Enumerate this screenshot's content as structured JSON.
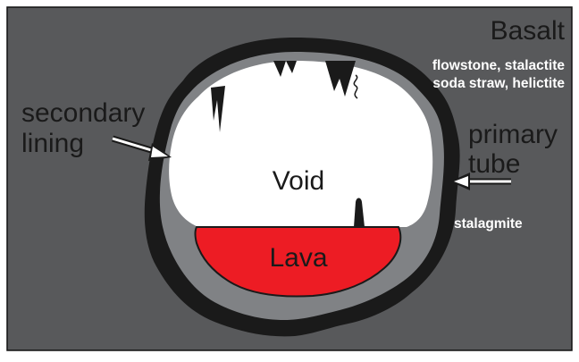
{
  "labels": {
    "basalt": "Basalt",
    "speleothems_line1": "flowstone, stalactite",
    "speleothems_line2": "soda straw, helictite",
    "secondary_line1": "secondary",
    "secondary_line2": "lining",
    "primary_line1": "primary",
    "primary_line2": "tube",
    "void": "Void",
    "lava": "Lava",
    "stalagmite": "stalagmite"
  },
  "colors": {
    "basalt": "#58595b",
    "tube_wall": "#1a1a1a",
    "secondary_lining": "#808285",
    "void": "#ffffff",
    "lava": "#ed1c24",
    "label_dark": "#1a1a1a",
    "label_light": "#ffffff"
  },
  "icons": [
    "arrow-icon",
    "stalactite-icon",
    "helictite-icon",
    "stalagmite-icon"
  ]
}
